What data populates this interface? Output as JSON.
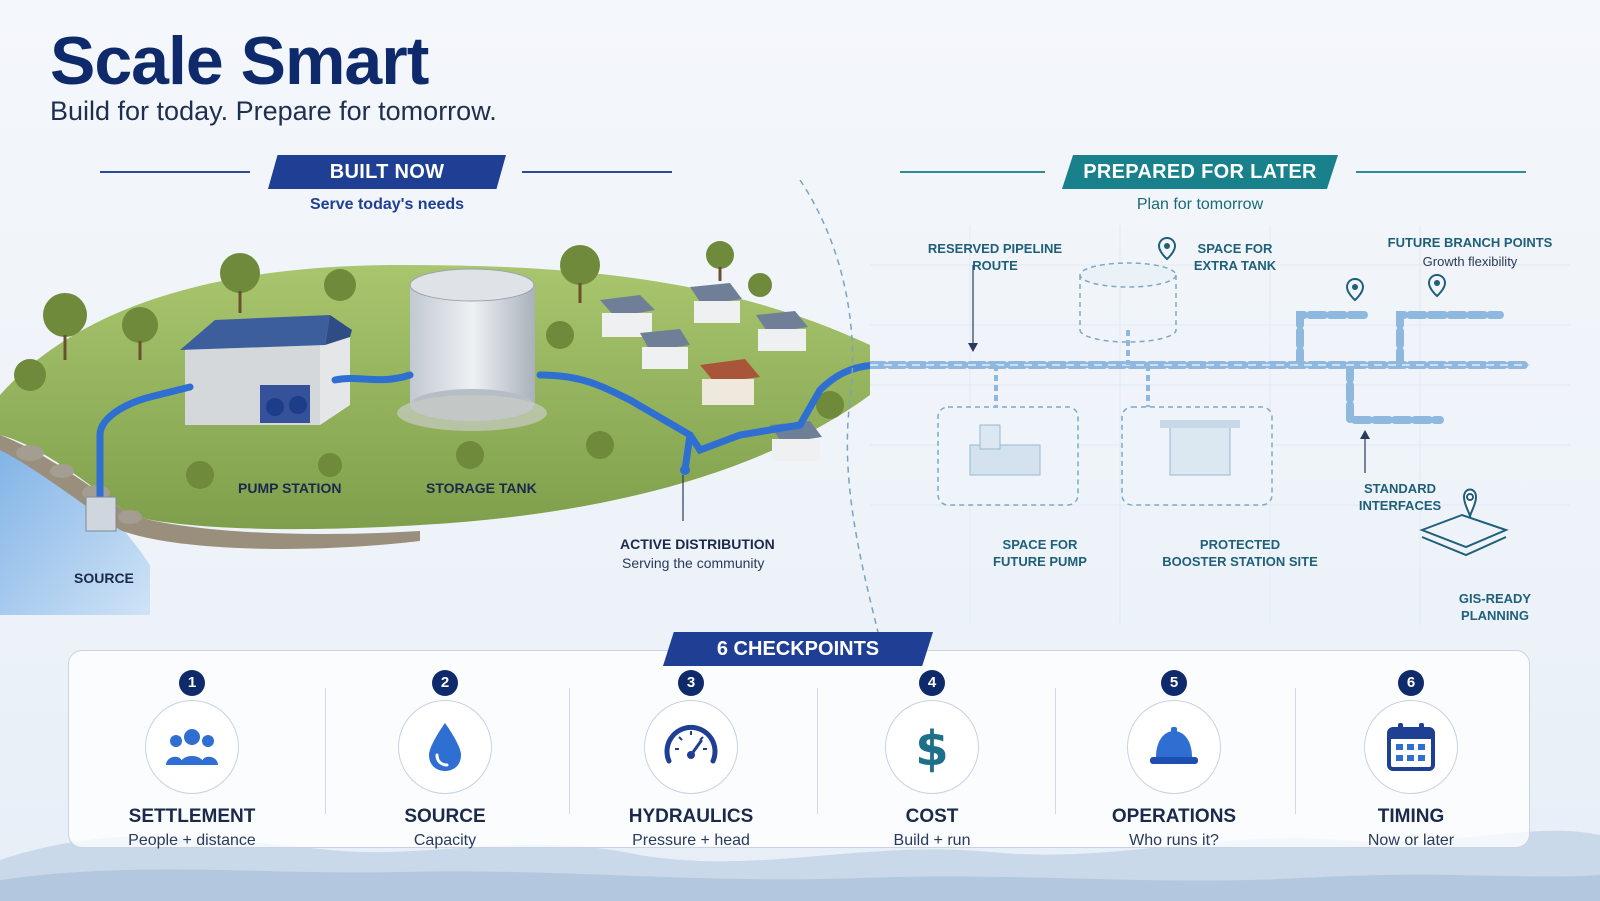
{
  "header": {
    "title": "Scale Smart",
    "subtitle": "Build for today. Prepare for tomorrow."
  },
  "built_now": {
    "banner": "BUILT NOW",
    "subtitle": "Serve today's needs",
    "labels": {
      "pump_station": "PUMP STATION",
      "storage_tank": "STORAGE TANK",
      "source": "SOURCE",
      "active_distribution": "ACTIVE DISTRIBUTION",
      "active_distribution_sub": "Serving the community"
    }
  },
  "prepared_later": {
    "banner": "PREPARED FOR LATER",
    "subtitle": "Plan for tomorrow",
    "labels": {
      "reserved_pipeline_1": "RESERVED PIPELINE",
      "reserved_pipeline_2": "ROUTE",
      "extra_tank_1": "SPACE FOR",
      "extra_tank_2": "EXTRA TANK",
      "branch_points": "FUTURE BRANCH POINTS",
      "branch_points_sub": "Growth flexibility",
      "future_pump_1": "SPACE FOR",
      "future_pump_2": "FUTURE PUMP",
      "booster_1": "PROTECTED",
      "booster_2": "BOOSTER STATION SITE",
      "interfaces_1": "STANDARD",
      "interfaces_2": "INTERFACES",
      "gis_1": "GIS-READY",
      "gis_2": "PLANNING"
    }
  },
  "checkpoints": {
    "banner": "6 CHECKPOINTS",
    "items": [
      {
        "num": "1",
        "title": "SETTLEMENT",
        "sub": "People + distance",
        "icon": "people-icon"
      },
      {
        "num": "2",
        "title": "SOURCE",
        "sub": "Capacity",
        "icon": "water-drop-icon"
      },
      {
        "num": "3",
        "title": "HYDRAULICS",
        "sub": "Pressure + head",
        "icon": "gauge-icon"
      },
      {
        "num": "4",
        "title": "COST",
        "sub": "Build + run",
        "icon": "dollar-icon"
      },
      {
        "num": "5",
        "title": "OPERATIONS",
        "sub": "Who runs it?",
        "icon": "hard-hat-icon"
      },
      {
        "num": "6",
        "title": "TIMING",
        "sub": "Now or later",
        "icon": "calendar-icon"
      }
    ]
  },
  "colors": {
    "navy": "#0e2a6b",
    "primary_blue": "#1e3f94",
    "teal": "#18818b",
    "pipe_blue": "#2f6fd1",
    "grass": "#8fb35a"
  }
}
